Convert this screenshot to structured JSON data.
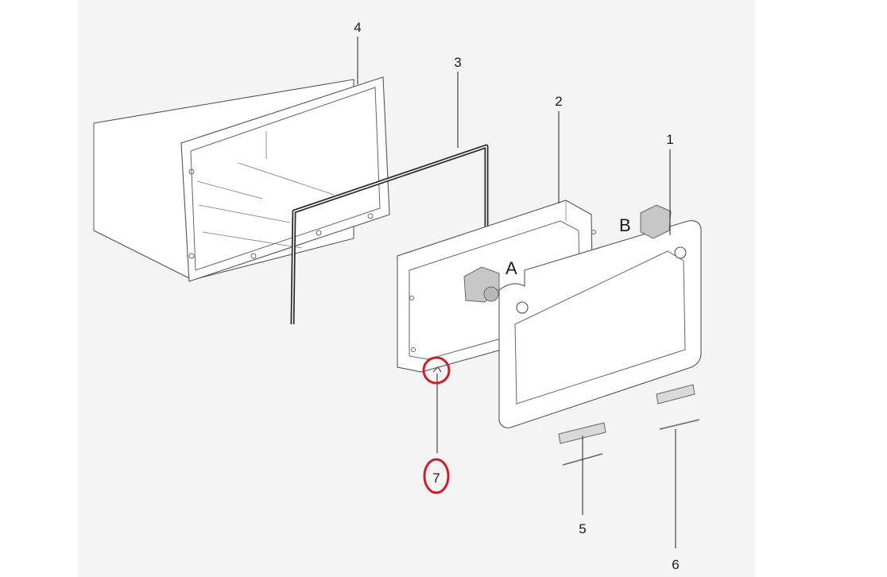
{
  "callouts": {
    "n1": "1",
    "n2": "2",
    "n3": "3",
    "n4": "4",
    "n5": "5",
    "n6": "6",
    "n7": "7"
  },
  "details": {
    "a": "A",
    "b": "B"
  },
  "colors": {
    "highlight": "#cc1f2a",
    "panel_background": "#f4f4f4",
    "line": "#555555",
    "seal": "#2b2b2b"
  }
}
